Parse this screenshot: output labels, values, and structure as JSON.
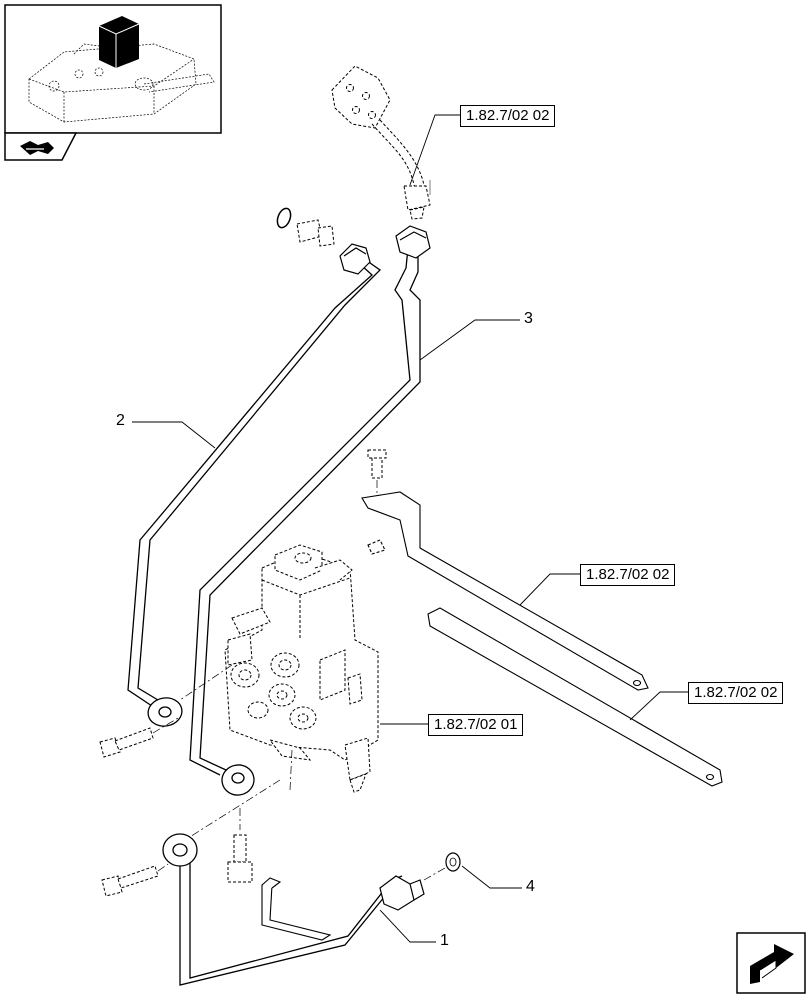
{
  "references": {
    "top": "1.82.7/02 02",
    "middle": "1.82.7/02 02",
    "right": "1.82.7/02 02",
    "valve": "1.82.7/02 01"
  },
  "callouts": {
    "item1": "1",
    "item2": "2",
    "item3": "3",
    "item4": "4"
  },
  "colors": {
    "line": "#000000",
    "background": "#ffffff",
    "highlight": "#000000"
  },
  "icons": {
    "thumbnail": "tractor-lift-cover-thumbnail-icon",
    "section": "section-arrow-icon",
    "next": "next-page-arrow-icon"
  }
}
